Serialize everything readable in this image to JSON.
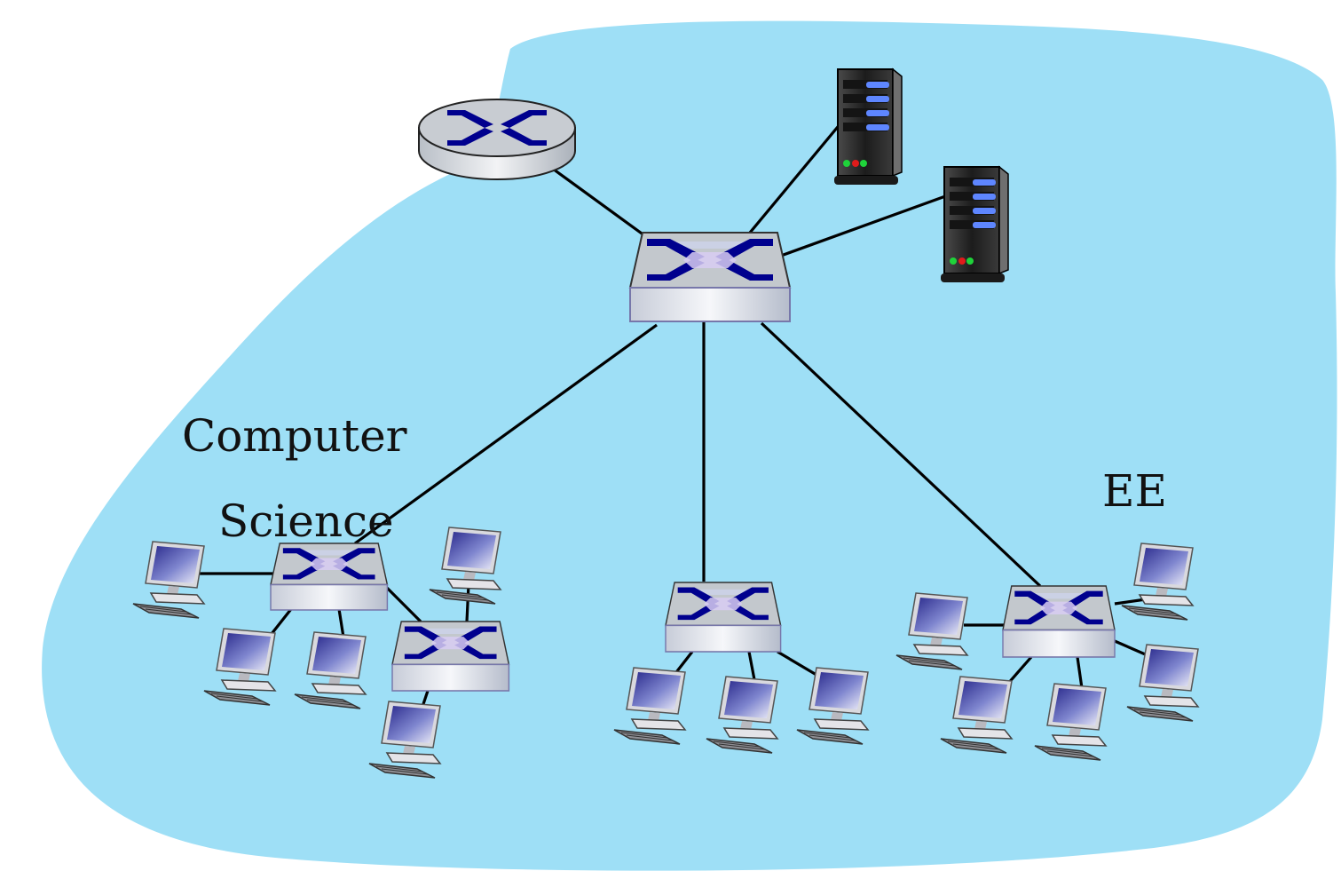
{
  "labels": {
    "cs_line1": "Computer",
    "cs_line2": "Science",
    "ee": "EE"
  },
  "colors": {
    "region": "#9edff6",
    "switch_top": "#c3c8cd",
    "switch_front": "#e4e6ea",
    "x_mark": "#00008e",
    "server_body": "#2a2a2a",
    "server_led_blue": "#5e86ff",
    "monitor_screen": "#5b5bb8",
    "link": "#000000"
  },
  "icons": {
    "router": "router-icon",
    "switch": "switch-icon",
    "server": "server-icon",
    "host": "host-computer-icon"
  }
}
